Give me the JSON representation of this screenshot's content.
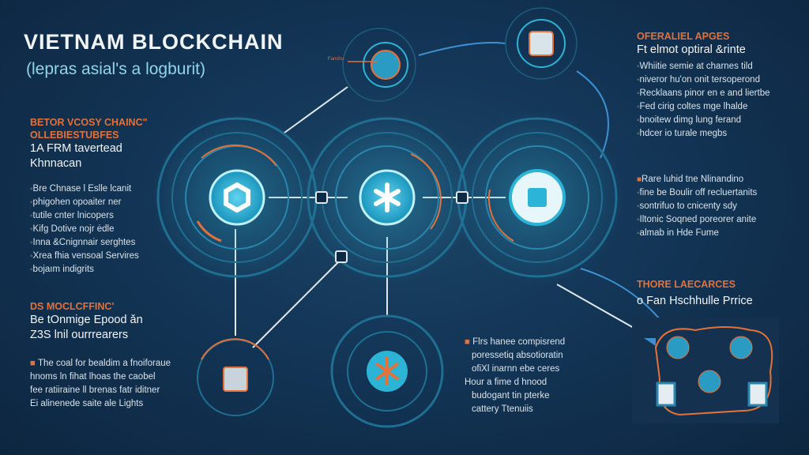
{
  "header": {
    "title": "VIETNAM BLOCKCHAIN",
    "subtitle": "(lepras asial's a logburit)"
  },
  "left_top": {
    "heading_1": "BETOR VCOSY CHAINC\"",
    "heading_2": "OLLEBIESTUBFES",
    "big_1": "1A FRM tavertead",
    "big_2": "Khnnacan",
    "items": [
      "Bre Chnase l Eslle lcanit",
      "phigohen opoaiter ner",
      "tutile cnter lnicopers",
      "Kifg Dotive nojr ėdle",
      "Inna &Cnignnair serghtes",
      "Xrea fhia vensoal Servires",
      "bojaım indigrits"
    ]
  },
  "left_bottom": {
    "heading": "DS MOCLCFFINC'",
    "big_1": "Be tOnmige Epood ǎn",
    "big_2": "Z3S lnil ourrrearers",
    "paragraph": [
      "The coal for bealdim a fnoiforaue",
      "hnoms ln fihat lhoas the caobel",
      "fee ratiiraine ll brenas fatr iditner",
      "Ei alinenede saite ale Lights"
    ]
  },
  "right_top": {
    "heading": "OFERALIEL APGES",
    "big": "Ft elmot optiral &rinte",
    "items": [
      "Whiitie semie at charnes tild",
      "niveror hu'on onit tersoperond",
      "Recklaans pinor en e and liertbe",
      "Fed cirig coltes mge lhalde",
      "bnoitew dimg lung ferand",
      "hdcer io turale megbs"
    ]
  },
  "right_middle": {
    "items": [
      "Rare luhid tne Nlinandino",
      "fine be Boulir off recluertanits",
      "sontrifuo to cnicenty sdy",
      "Iltonic Soqned poreorer anite",
      "almab in Hde Fume"
    ]
  },
  "right_bottom": {
    "heading": "THORE LAECARCES",
    "big": "o Fan Hschhulle Prrice"
  },
  "center_bottom": {
    "paragraph": [
      "Flrs hanee compisrend",
      "poressetiq absotioratin",
      "ofiXl inarnn ebe ceres",
      "Hour a fime d hnood",
      "budogant tin pterke",
      "cattery Ttenuiis"
    ]
  },
  "diagram": {
    "top_node_label": "Fanshu",
    "colors": {
      "cyan": "#2bb4d6",
      "orange": "#e2713a",
      "ring": "#1f6f92"
    }
  }
}
